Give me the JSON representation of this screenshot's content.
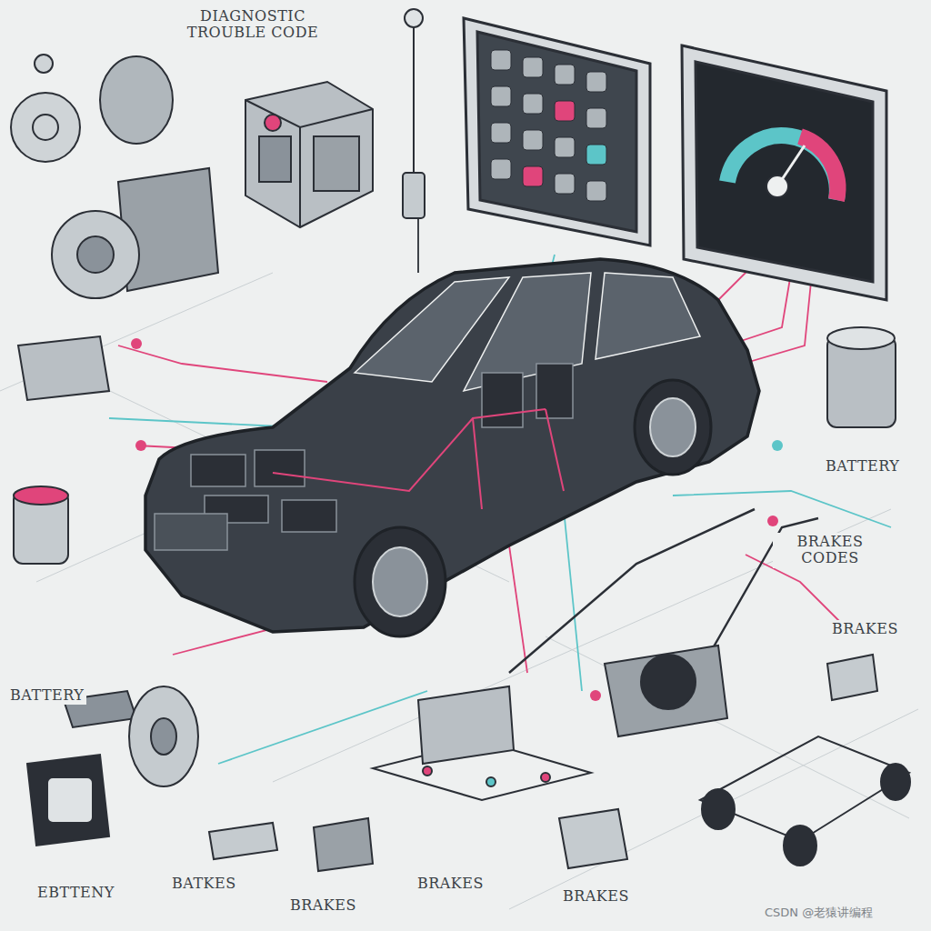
{
  "diagram": {
    "labels": [
      "DIAGNOSTIC TROUBLE CODE",
      "BATTERY",
      "BRAKES CODES",
      "BRAKES",
      "BATTERY",
      "EBTTENY",
      "BATKES",
      "BRAKES",
      "BRAKES",
      "BRAKES",
      "CSDN @老猿讲编程"
    ]
  }
}
